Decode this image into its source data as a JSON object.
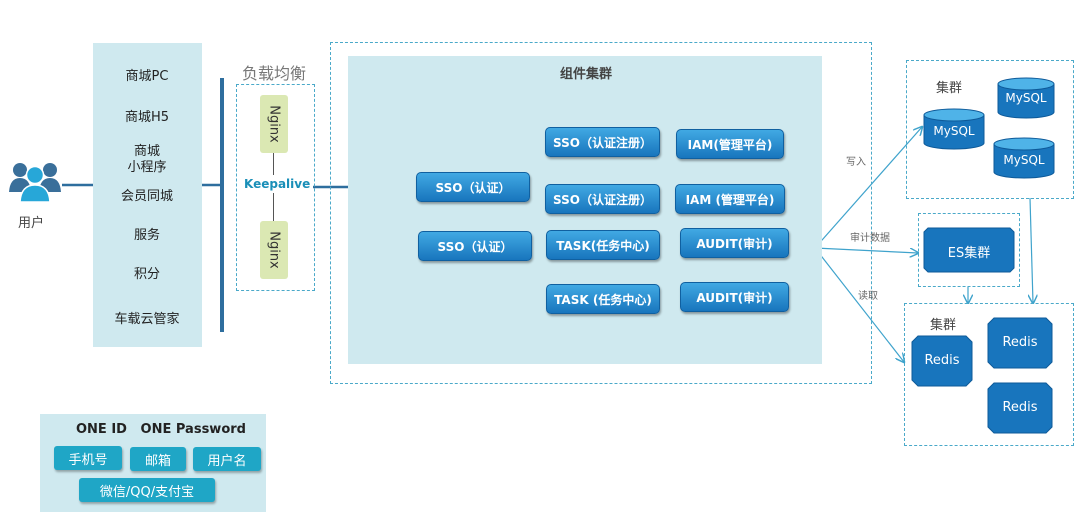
{
  "user": {
    "label": "用户",
    "icon": "users-icon"
  },
  "clients": [
    "商城PC",
    "商城H5",
    "商城\n小程序",
    "会员同城",
    "服务",
    "积分",
    "车载云管家"
  ],
  "load_balancer": {
    "title": "负载均衡",
    "nginx_top": "Nginx",
    "nginx_bottom": "Nginx",
    "keepalive": "Keepalive"
  },
  "component_cluster": {
    "title": "组件集群",
    "sso_auth_1": "SSO（认证）",
    "sso_auth_2": "SSO（认证）",
    "sso_reg_1": "SSO（认证注册）",
    "sso_reg_2": "SSO（认证注册）",
    "task_1": "TASK(任务中心)",
    "task_2": "TASK (任务中心)",
    "iam_1": "IAM(管理平台)",
    "iam_2": "IAM (管理平台)",
    "audit_1": "AUDIT(审计)",
    "audit_2": "AUDIT(审计)"
  },
  "edges": {
    "write": "写入",
    "audit_data": "审计数据",
    "read": "读取"
  },
  "mysql_cluster": {
    "label": "集群",
    "db1": "MySQL",
    "db2": "MySQL",
    "db3": "MySQL"
  },
  "es": {
    "label": "ES集群"
  },
  "redis_cluster": {
    "label": "集群",
    "r1": "Redis",
    "r2": "Redis",
    "r3": "Redis"
  },
  "oneid": {
    "title": "ONE ID   ONE Password",
    "phone": "手机号",
    "email": "邮箱",
    "username": "用户名",
    "social": "微信/QQ/支付宝"
  },
  "colors": {
    "primary_blue": "#1875bd",
    "panel_bg": "#cfe9ef",
    "dash_border": "#4aa9c9",
    "nginx_bg": "#dbe8b3",
    "pill_bg": "#1fa6c6"
  }
}
